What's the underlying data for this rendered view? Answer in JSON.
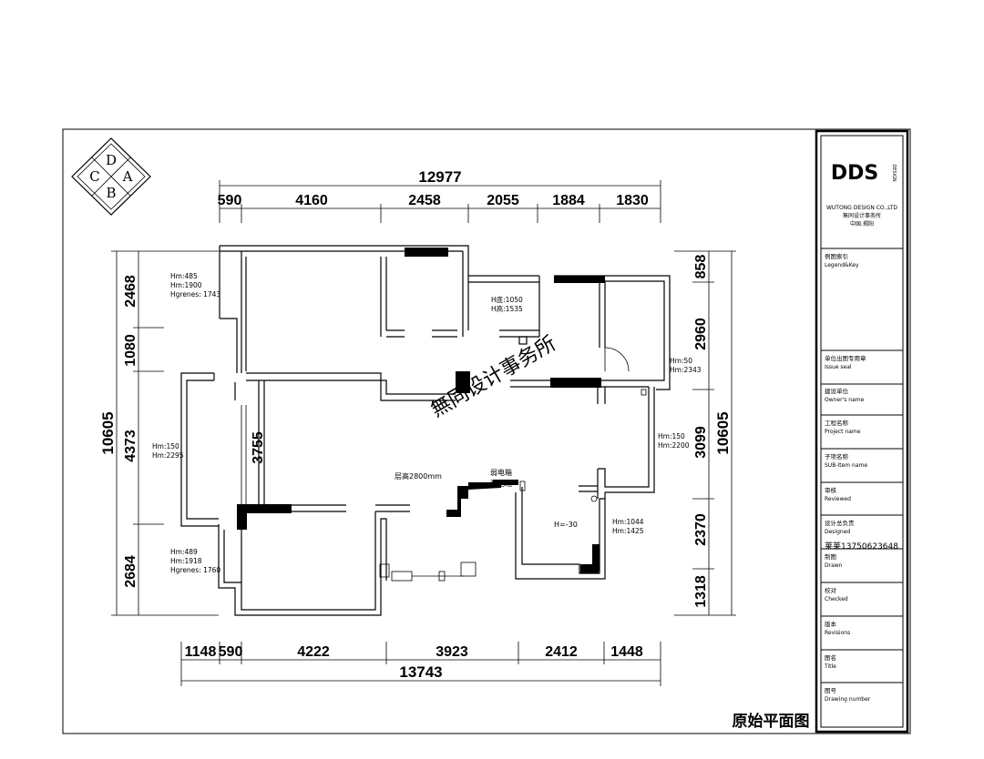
{
  "compass": {
    "top": "D",
    "left": "C",
    "right": "A",
    "bottom": "B"
  },
  "top_dims": {
    "total": "12977",
    "segments": [
      "590",
      "4160",
      "2458",
      "2055",
      "1884",
      "1830"
    ]
  },
  "bottom_dims": {
    "total": "13743",
    "segments": [
      "1148",
      "590",
      "4222",
      "3923",
      "2412",
      "1448"
    ]
  },
  "left_dims": {
    "total": "10605",
    "segments": [
      "2468",
      "1080",
      "4373",
      "2684"
    ]
  },
  "right_dims": {
    "total": "10605",
    "segments": [
      "858",
      "2960",
      "3099",
      "2370",
      "1318"
    ]
  },
  "inner_dim": "3755",
  "notes": {
    "n1": [
      "Hm:485",
      "Hm:1900",
      "Hgrenes: 1743"
    ],
    "n2": [
      "H底:1050",
      "H高:1535"
    ],
    "n3": [
      "Hm:50",
      "Hm:2343"
    ],
    "n4": [
      "Hm:150",
      "Hm:2295"
    ],
    "n5": [
      "Hm:150",
      "Hm:2200"
    ],
    "n6": [
      "Hm:1044",
      "Hm:1425"
    ],
    "n7": [
      "Hm:489",
      "Hm:1918",
      "Hgrenes: 1760"
    ],
    "ceiling": "层高2800mm",
    "box1": "弱电箱",
    "box2": "强电箱",
    "h30": "H=-30"
  },
  "watermark": "無同设计事务所",
  "title_block": {
    "logo": "DDS",
    "logo_side": "DESIGN",
    "company_en": "WUTONG DESIGN CO.,LTD",
    "company_cn": "無同设计事务所",
    "location": "中国.揭阳",
    "rows": [
      {
        "cn": "例图索引",
        "en": "Legend&Key"
      },
      {
        "cn": "单位出图专用章",
        "en": "Issue  seal"
      },
      {
        "cn": "建设单位",
        "en": "Owner's name"
      },
      {
        "cn": "工程名称",
        "en": "Project name"
      },
      {
        "cn": "子项名称",
        "en": "SUB-Item name"
      },
      {
        "cn": "审核",
        "en": "Reviewed"
      },
      {
        "cn": "设计总负责",
        "en": "Designed"
      },
      {
        "cn": "制图",
        "en": "Drawn"
      },
      {
        "cn": "校对",
        "en": "Checked"
      },
      {
        "cn": "版本",
        "en": "Revisions"
      },
      {
        "cn": "图名",
        "en": "Title"
      },
      {
        "cn": "图号",
        "en": "Drawing number"
      }
    ],
    "designer": "莱莱13750623648"
  },
  "drawing_title": "原始平面图"
}
